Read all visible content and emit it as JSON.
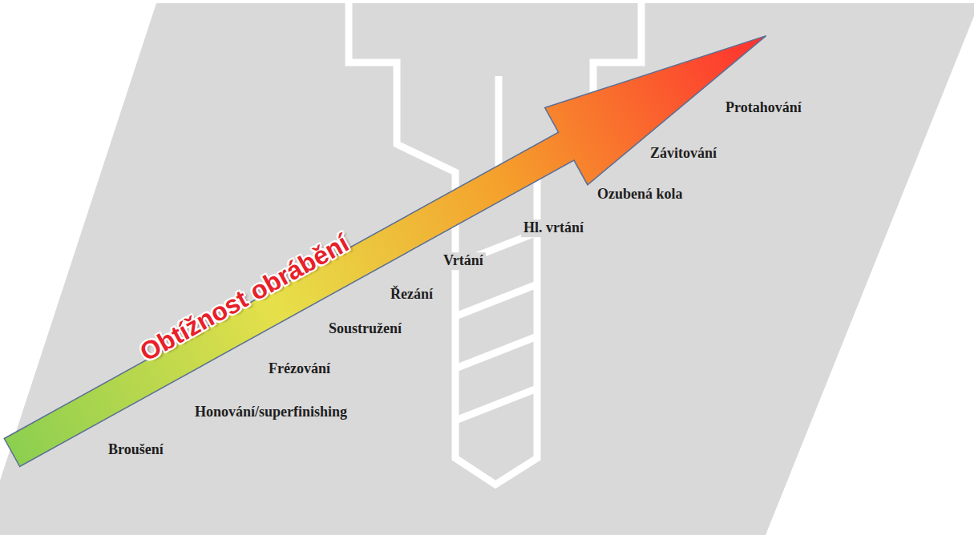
{
  "diagram": {
    "labels": [
      "Obtížnost obrábění",
      "Protahování",
      "Závitování",
      "Ozubená kola",
      "Hl. vrtání",
      "Vrtání",
      "Řezání",
      "Soustružení",
      "Frézování",
      "Honování/superfinishing",
      "Broušení"
    ]
  }
}
